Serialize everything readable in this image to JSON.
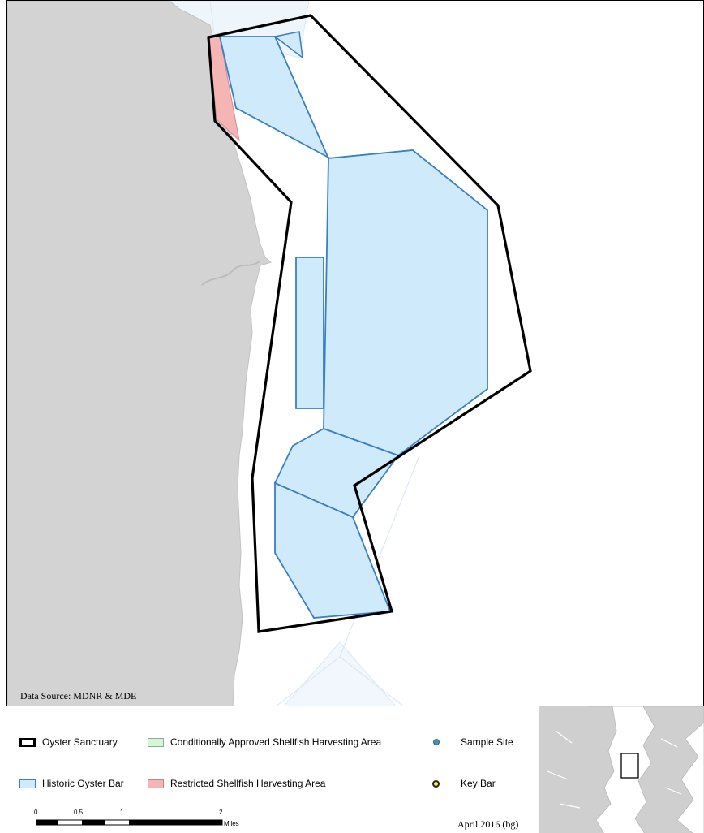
{
  "map": {
    "data_source": "Data Source: MDNR & MDE",
    "colors": {
      "land": "#d3d3d3",
      "water": "#ffffff",
      "historic_bar_fill": "#cfeafa",
      "historic_bar_stroke": "#3a7fc2",
      "sanctuary_stroke": "#000000",
      "restricted_fill": "#f5b5b5"
    }
  },
  "legend": {
    "items": [
      {
        "label": "Oyster Sanctuary",
        "symbol": "box-black-outline"
      },
      {
        "label": "Conditionally Approved Shellfish Harvesting Area",
        "symbol": "box-green"
      },
      {
        "label": "Sample Site",
        "symbol": "dot-blue"
      },
      {
        "label": "Historic Oyster Bar",
        "symbol": "box-blue"
      },
      {
        "label": "Restricted Shellfish Harvesting Area",
        "symbol": "box-pink"
      },
      {
        "label": "Key Bar",
        "symbol": "dot-yellow"
      }
    ],
    "scale": {
      "ticks": [
        "0",
        "0.5",
        "1",
        "2"
      ],
      "unit": "Miles"
    },
    "date": "April 2016 (bg)"
  }
}
